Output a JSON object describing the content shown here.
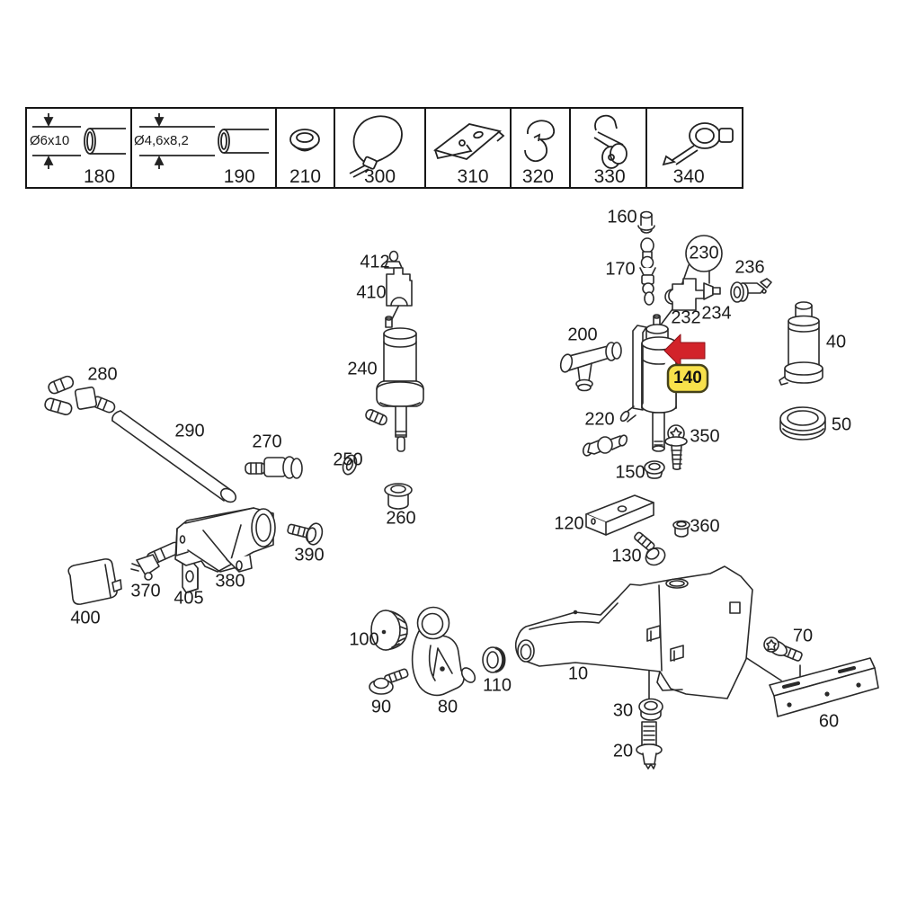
{
  "table": {
    "cells": [
      {
        "label": "180",
        "dimension": "Ø6x10",
        "icon": "hose-piece-icon"
      },
      {
        "label": "190",
        "dimension": "Ø4,6x8,2",
        "icon": "hose-piece-icon"
      },
      {
        "label": "210",
        "icon": "grommet-icon"
      },
      {
        "label": "300",
        "icon": "cable-tie-icon"
      },
      {
        "label": "310",
        "icon": "clip-plate-icon"
      },
      {
        "label": "320",
        "icon": "clip-icon"
      },
      {
        "label": "330",
        "icon": "clamp-icon"
      },
      {
        "label": "340",
        "icon": "hook-clamp-icon"
      }
    ]
  },
  "diagram": {
    "highlight": {
      "label": "140",
      "part": "washer-pump",
      "arrow_color": "#d2232a",
      "badge_fill": "#f8e14b",
      "badge_border": "#45421a"
    },
    "parts": [
      {
        "label": "412",
        "name": "check-valve"
      },
      {
        "label": "410",
        "name": "pump-connector"
      },
      {
        "label": "240",
        "name": "washer-pump-front"
      },
      {
        "label": "250",
        "name": "seal-ring"
      },
      {
        "label": "260",
        "name": "grommet"
      },
      {
        "label": "280",
        "name": "four-way-connector"
      },
      {
        "label": "290",
        "name": "hose-tube"
      },
      {
        "label": "270",
        "name": "elbow-connector"
      },
      {
        "label": "400",
        "name": "cover-cap"
      },
      {
        "label": "370",
        "name": "spray-nozzle"
      },
      {
        "label": "405",
        "name": "bracket"
      },
      {
        "label": "380",
        "name": "support-bracket"
      },
      {
        "label": "390",
        "name": "screw"
      },
      {
        "label": "100",
        "name": "filler-cap"
      },
      {
        "label": "90",
        "name": "screw"
      },
      {
        "label": "80",
        "name": "filler-neck"
      },
      {
        "label": "110",
        "name": "grommet-ring"
      },
      {
        "label": "10",
        "name": "washer-fluid-reservoir"
      },
      {
        "label": "30",
        "name": "grommet"
      },
      {
        "label": "20",
        "name": "bolt"
      },
      {
        "label": "120",
        "name": "mounting-bracket"
      },
      {
        "label": "130",
        "name": "screw"
      },
      {
        "label": "360",
        "name": "plug"
      },
      {
        "label": "70",
        "name": "screw"
      },
      {
        "label": "60",
        "name": "mounting-rail"
      },
      {
        "label": "160",
        "name": "plug"
      },
      {
        "label": "170",
        "name": "coupling-piece"
      },
      {
        "label": "230",
        "name": "callout-circle"
      },
      {
        "label": "232",
        "name": "pump-holder"
      },
      {
        "label": "234",
        "name": "damper-piece"
      },
      {
        "label": "236",
        "name": "level-sensor"
      },
      {
        "label": "200",
        "name": "t-connector"
      },
      {
        "label": "220",
        "name": "check-valve"
      },
      {
        "label": "350",
        "name": "screw"
      },
      {
        "label": "150",
        "name": "grommet"
      },
      {
        "label": "40",
        "name": "pump-canister"
      },
      {
        "label": "50",
        "name": "rubber-sleeve"
      }
    ]
  }
}
